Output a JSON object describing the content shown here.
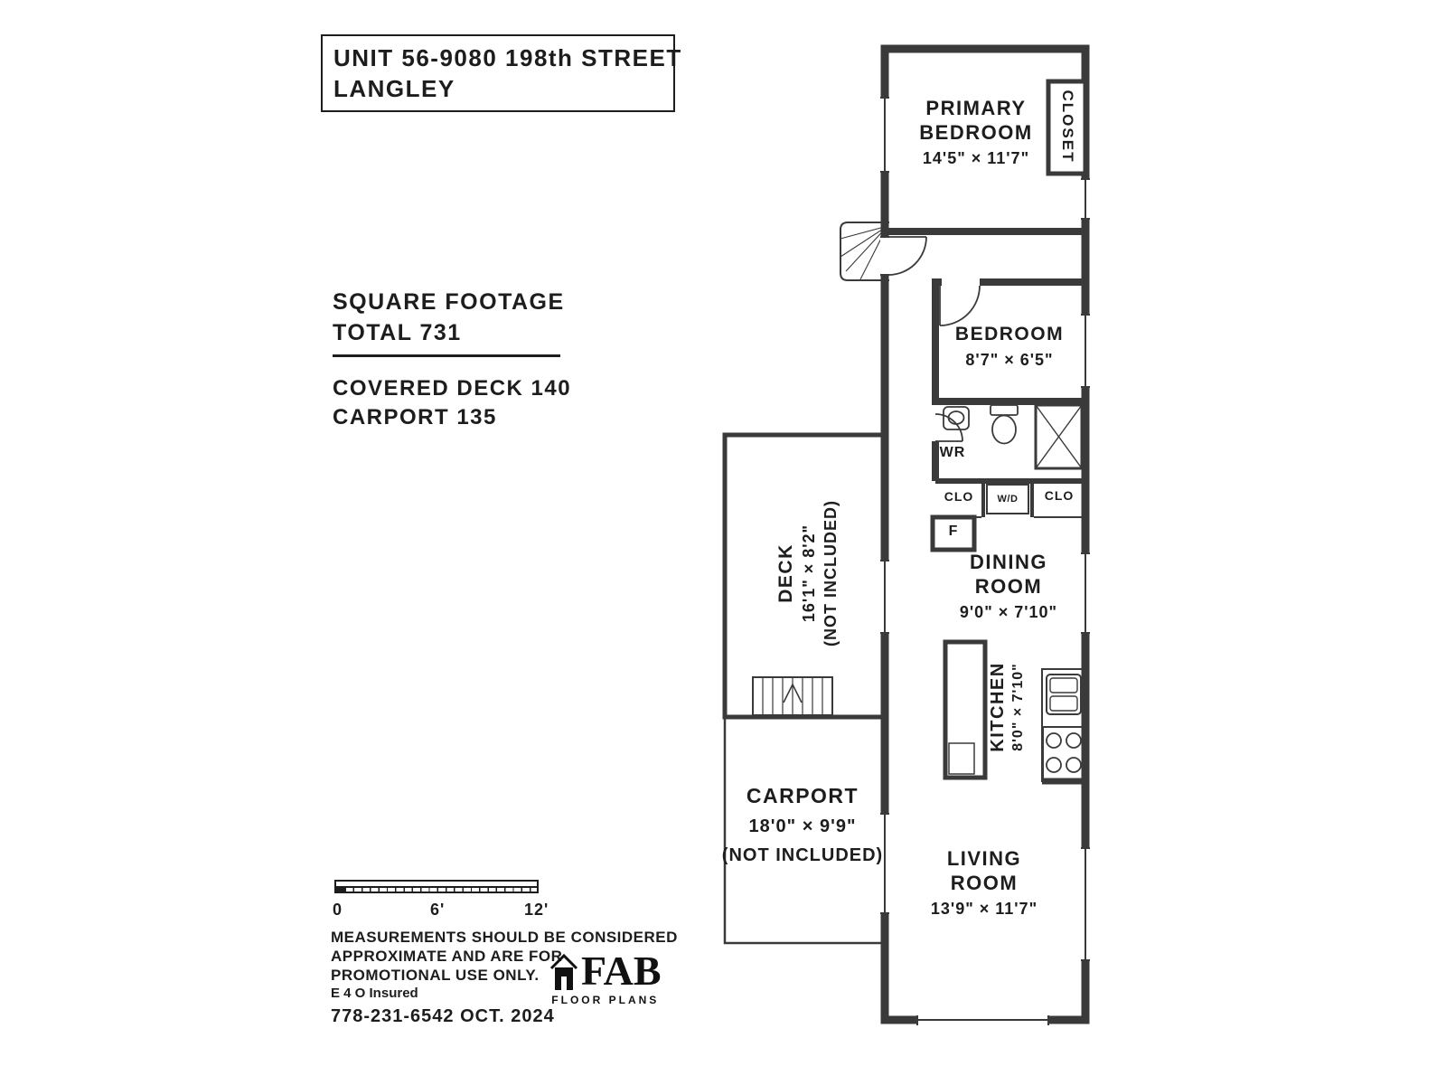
{
  "colors": {
    "wall": "#3a3a3a",
    "text": "#1d1d1d"
  },
  "title_box": {
    "line1": "UNIT 56-9080 198th STREET",
    "line2": "LANGLEY"
  },
  "summary": {
    "heading": "SQUARE FOOTAGE",
    "total": "TOTAL 731",
    "covered_deck": "COVERED DECK 140",
    "carport": "CARPORT 135"
  },
  "rooms": {
    "primary_bedroom": {
      "line1": "PRIMARY",
      "line2": "BEDROOM",
      "dims": "14'5\" × 11'7\""
    },
    "closet": {
      "label": "CLOSET"
    },
    "bedroom": {
      "label": "BEDROOM",
      "dims": "8'7\" × 6'5\""
    },
    "wr": {
      "label": "WR"
    },
    "clo_left": {
      "label": "CLO"
    },
    "wd": {
      "label": "W/D"
    },
    "clo_right": {
      "label": "CLO"
    },
    "furnace": {
      "label": "F"
    },
    "dining": {
      "line1": "DINING",
      "line2": "ROOM",
      "dims": "9'0\" × 7'10\""
    },
    "kitchen": {
      "label": "KITCHEN",
      "dims": "8'0\" × 7'10\""
    },
    "living": {
      "line1": "LIVING",
      "line2": "ROOM",
      "dims": "13'9\" × 11'7\""
    },
    "deck": {
      "label": "DECK",
      "dims": "16'1\" × 8'2\"",
      "note": "(NOT INCLUDED)"
    },
    "carport": {
      "label": "CARPORT",
      "dims": "18'0\" × 9'9\"",
      "note": "(NOT INCLUDED)"
    }
  },
  "scale_bar": {
    "start": "0",
    "mid": "6'",
    "end": "12'"
  },
  "disclaimer": {
    "line1": "MEASUREMENTS SHOULD BE CONSIDERED",
    "line2": "APPROXIMATE AND ARE FOR",
    "line3": "PROMOTIONAL USE ONLY.",
    "line4": "E 4 O Insured",
    "line5": "778-231-6542  OCT. 2024"
  },
  "logo": {
    "name": "FAB",
    "sub": "FLOOR PLANS"
  }
}
